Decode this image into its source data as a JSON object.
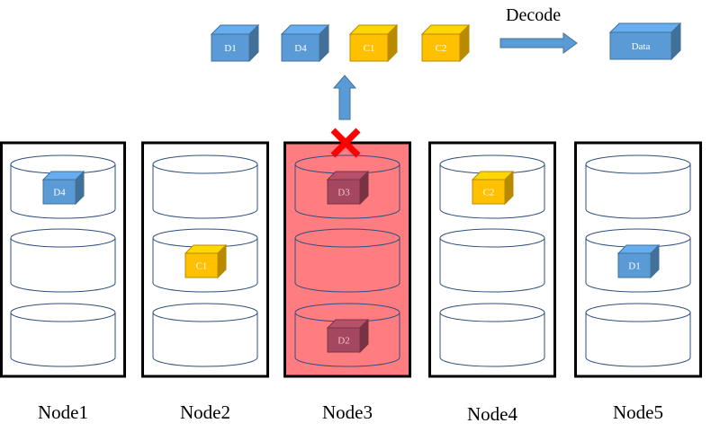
{
  "diagram": {
    "decode_label": "Decode",
    "output_block": {
      "label": "Data",
      "color": "#5b9bd5"
    },
    "collected_blocks": [
      {
        "label": "D1",
        "kind": "data"
      },
      {
        "label": "D4",
        "kind": "data"
      },
      {
        "label": "C1",
        "kind": "code"
      },
      {
        "label": "C2",
        "kind": "code"
      }
    ],
    "colors": {
      "data_block": "#5b9bd5",
      "code_block": "#ffc000",
      "failed_node_fill": "#ff7c80",
      "failed_block": "#a5475f",
      "failure_mark": "#ff0000",
      "arrow": "#5b9bd5"
    },
    "nodes": [
      {
        "name": "Node1",
        "failed": false,
        "disks": [
          {
            "block": "D4",
            "kind": "data"
          },
          {
            "block": ""
          },
          {
            "block": ""
          }
        ]
      },
      {
        "name": "Node2",
        "failed": false,
        "disks": [
          {
            "block": ""
          },
          {
            "block": "C1",
            "kind": "code"
          },
          {
            "block": ""
          }
        ]
      },
      {
        "name": "Node3",
        "failed": true,
        "disks": [
          {
            "block": "D3",
            "kind": "data"
          },
          {
            "block": ""
          },
          {
            "block": "D2",
            "kind": "data"
          }
        ]
      },
      {
        "name": "Node4",
        "failed": false,
        "disks": [
          {
            "block": "C2",
            "kind": "code"
          },
          {
            "block": ""
          },
          {
            "block": ""
          }
        ]
      },
      {
        "name": "Node5",
        "failed": false,
        "disks": [
          {
            "block": ""
          },
          {
            "block": "D1",
            "kind": "data"
          },
          {
            "block": ""
          }
        ]
      }
    ]
  }
}
